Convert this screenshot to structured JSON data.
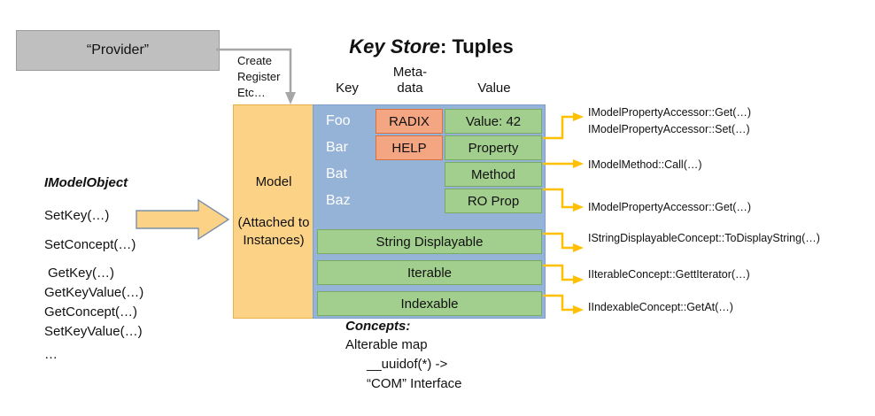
{
  "title": {
    "emphasis": "Key Store",
    "rest": ": Tuples"
  },
  "provider": {
    "label": "“Provider”",
    "connector_label": "Create\nRegister\nEtc…",
    "connector_lines": [
      "Create",
      "Register",
      "Etc…"
    ]
  },
  "columns": {
    "key": "Key",
    "metadata": "Meta-\ndata",
    "metadata_line1": "Meta-",
    "metadata_line2": "data",
    "value": "Value"
  },
  "model": {
    "title": "Model",
    "subtitle_line1": "(Attached to",
    "subtitle_line2": "Instances)"
  },
  "keys": [
    "Foo",
    "Bar",
    "Bat",
    "Baz"
  ],
  "metadata_cells": [
    "RADIX",
    "HELP"
  ],
  "value_cells": [
    "Value: 42",
    "Property",
    "Method",
    "RO Prop"
  ],
  "concept_rows": [
    "String Displayable",
    "Iterable",
    "Indexable"
  ],
  "api_annotations": [
    {
      "id": "property-get",
      "text": "IModelPropertyAccessor::Get(…)"
    },
    {
      "id": "property-set",
      "text": "IModelPropertyAccessor::Set(…)"
    },
    {
      "id": "method-call",
      "text": "IModelMethod::Call(…)"
    },
    {
      "id": "roprop-get",
      "text": "IModelPropertyAccessor::Get(…)"
    },
    {
      "id": "string-displayable",
      "text": "IStringDisplayableConcept::ToDisplayString(…)"
    },
    {
      "id": "iterable",
      "text": "IIterableConcept::GettIterator(…)"
    },
    {
      "id": "indexable",
      "text": "IIndexableConcept::GetAt(…)"
    }
  ],
  "imodelobject": {
    "title": "IModelObject",
    "methods": [
      "SetKey(…)",
      "SetConcept(…)",
      "GetKey(…)",
      "GetKeyValue(…)",
      "GetConcept(…)",
      "SetKeyValue(…)",
      "…"
    ]
  },
  "concepts": {
    "title": "Concepts:",
    "lines": [
      "Alterable map",
      "__uuidof(*) ->",
      "“COM” Interface"
    ]
  },
  "colors": {
    "provider_fill": "#bfbfbf",
    "provider_stroke": "#9c9c9c",
    "model_fill": "#fcd287",
    "model_stroke": "#e8b04b",
    "tuple_fill": "#95b3d7",
    "meta_fill": "#f4a582",
    "value_fill": "#a3cf8e",
    "arrow_yellow": "#ffc000",
    "connector_gray": "#a6a6a6",
    "big_arrow_fill": "#fcd287"
  }
}
